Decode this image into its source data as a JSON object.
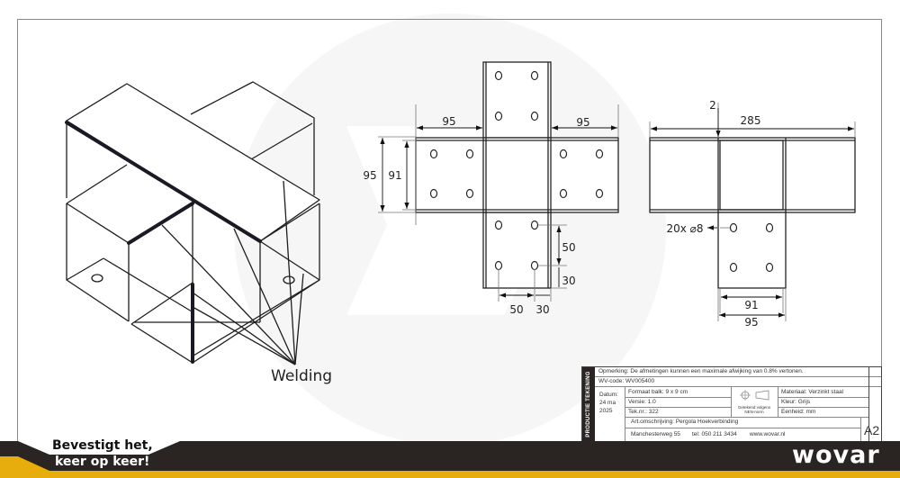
{
  "drawing": {
    "isometric_view": {
      "callout_label": "Welding"
    },
    "cross_view": {
      "dims": {
        "left_arm_width": "95",
        "right_arm_width": "95",
        "outer_height": "95",
        "inner_height": "91",
        "hole_spacing_vertical": "50",
        "hole_edge_vertical": "30",
        "hole_spacing_horizontal": "50",
        "hole_edge_horizontal": "30"
      }
    },
    "t_view": {
      "dims": {
        "wall_thickness": "2",
        "total_width": "285",
        "holes": "20x ⌀8",
        "inner_width": "91",
        "outer_width": "95"
      }
    }
  },
  "title_block": {
    "side_label": "PRODUCTIE TEKENING",
    "remark": "Opmerking: De afmetingen kunnen een maximale afwijking van 0.8% vertonen.",
    "wv_code": "WV-code: WV005400",
    "date_label": "Datum:",
    "date_line1": "24 ma",
    "date_line2": "2025",
    "format": "Formaat balk: 9 x 9 cm",
    "version": "Versie: 1.0",
    "drawing_no": "Tek.nr.: 322",
    "norm_line1": "Getekend volgens",
    "norm_line2": "NEN-norm",
    "material": "Materiaal: Verzinkt staal",
    "color": "Kleur: Grijs",
    "unit": "Eenheid: mm",
    "description": "Art.omschrijving: Pergola Hoekverbinding",
    "address": "Manchesterweg 55",
    "phone": "tel: 050 211 3434",
    "website": "www.wovar.nl",
    "sheet_size": "A2"
  },
  "footer": {
    "slogan_line1": "Bevestigt het,",
    "slogan_line2": "keer op keer!",
    "logo": "wovar",
    "colors": {
      "dark": "#2a2523",
      "yellow": "#e6ad0c"
    }
  }
}
